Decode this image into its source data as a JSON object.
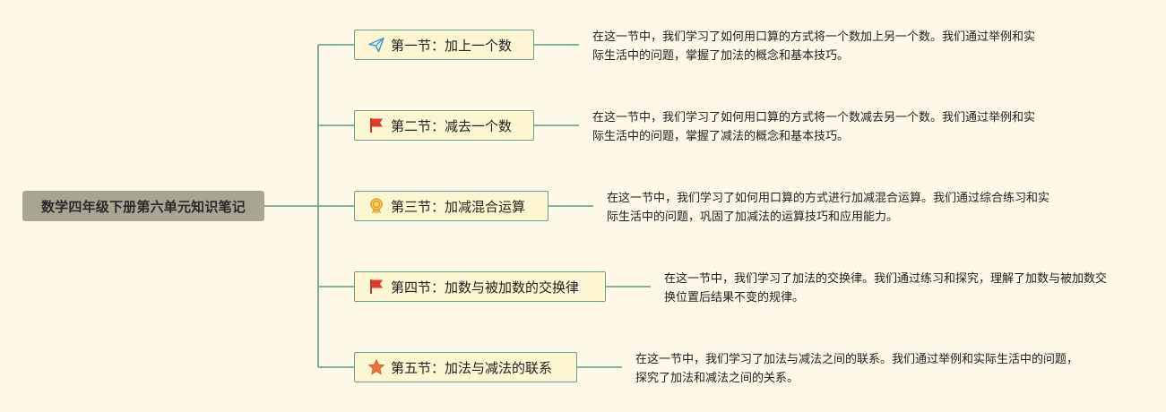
{
  "root": {
    "title": "数学四年级下册第六单元知识笔记"
  },
  "sections": [
    {
      "title": "第一节：加上一个数",
      "icon": "paper-plane-icon",
      "description": "在这一节中，我们学习了如何用口算的方式将一个数加上另一个数。我们通过举例和实际生活中的问题，掌握了加法的概念和基本技巧。"
    },
    {
      "title": "第二节：减去一个数",
      "icon": "red-flag-icon",
      "description": "在这一节中，我们学习了如何用口算的方式将一个数减去另一个数。我们通过举例和实际生活中的问题，掌握了减法的概念和基本技巧。"
    },
    {
      "title": "第三节：加减混合运算",
      "icon": "award-ribbon-icon",
      "description": "在这一节中，我们学习了如何用口算的方式进行加减混合运算。我们通过综合练习和实际生活中的问题，巩固了加减法的运算技巧和应用能力。"
    },
    {
      "title": "第四节：加数与被加数的交换律",
      "icon": "red-flag-icon",
      "description": "在这一节中，我们学习了加法的交换律。我们通过练习和探究，理解了加数与被加数交换位置后结果不变的规律。"
    },
    {
      "title": "第五节：加法与减法的联系",
      "icon": "star-icon",
      "description": "在这一节中，我们学习了加法与减法之间的联系。我们通过举例和实际生活中的问题，探究了加法和减法之间的关系。"
    }
  ],
  "colors": {
    "connector": "#5f9a85",
    "topic_border": "#69a08a",
    "topic_fill": "#fdf6d3",
    "root_fill": "#a9a594",
    "background": "#fdf8e8"
  }
}
